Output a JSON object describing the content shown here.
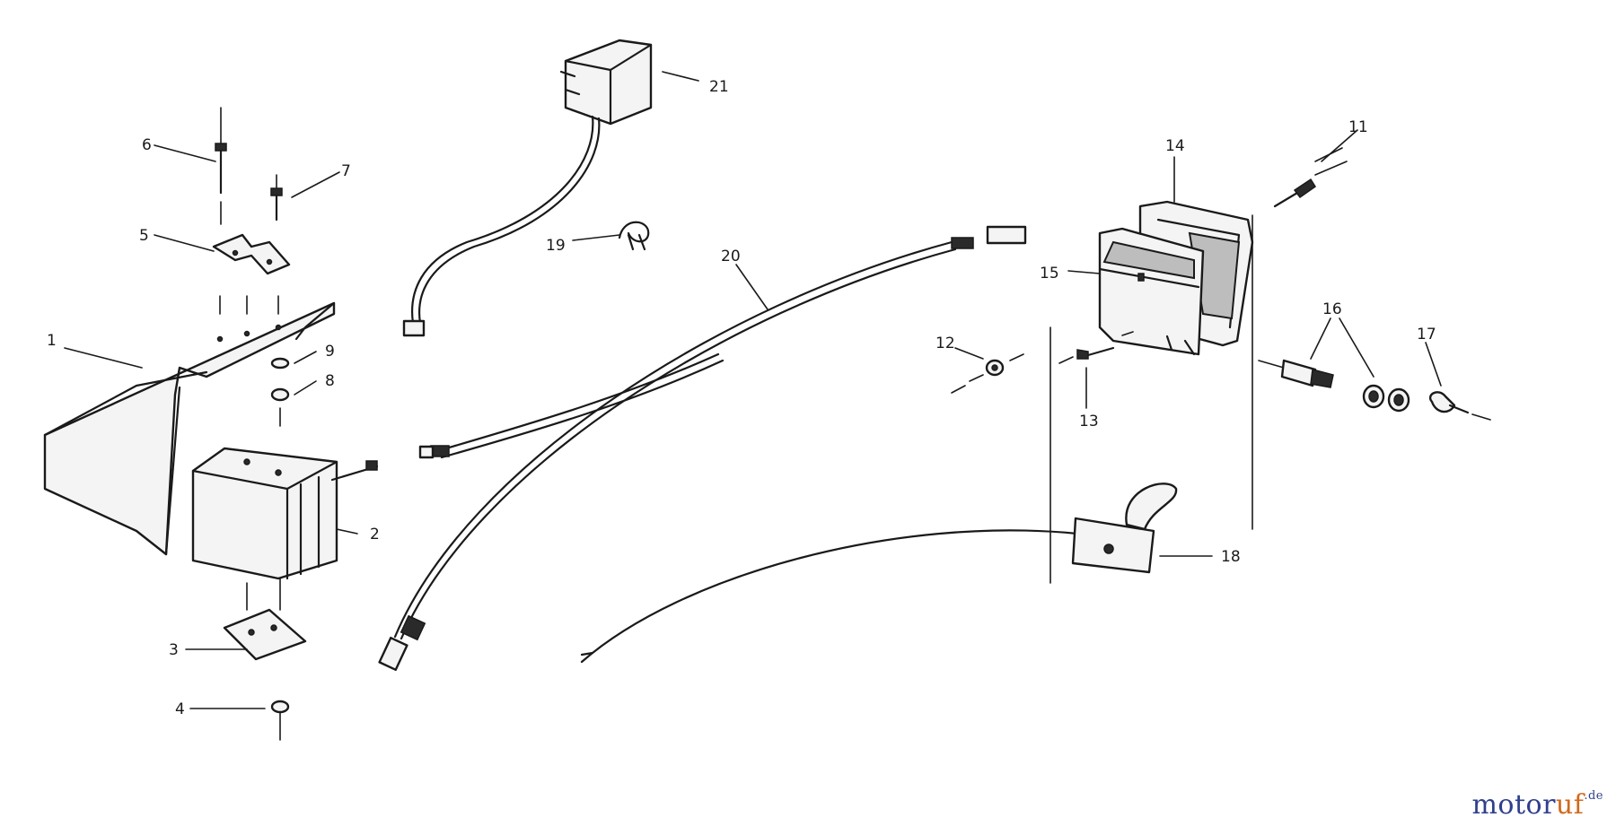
{
  "callouts": [
    "1",
    "2",
    "3",
    "4",
    "5",
    "6",
    "7",
    "8",
    "9",
    "11",
    "12",
    "13",
    "14",
    "15",
    "16",
    "17",
    "18",
    "19",
    "20",
    "21"
  ],
  "watermark": {
    "part_a": "motor",
    "part_b": "uf",
    "part_c": ".de"
  }
}
